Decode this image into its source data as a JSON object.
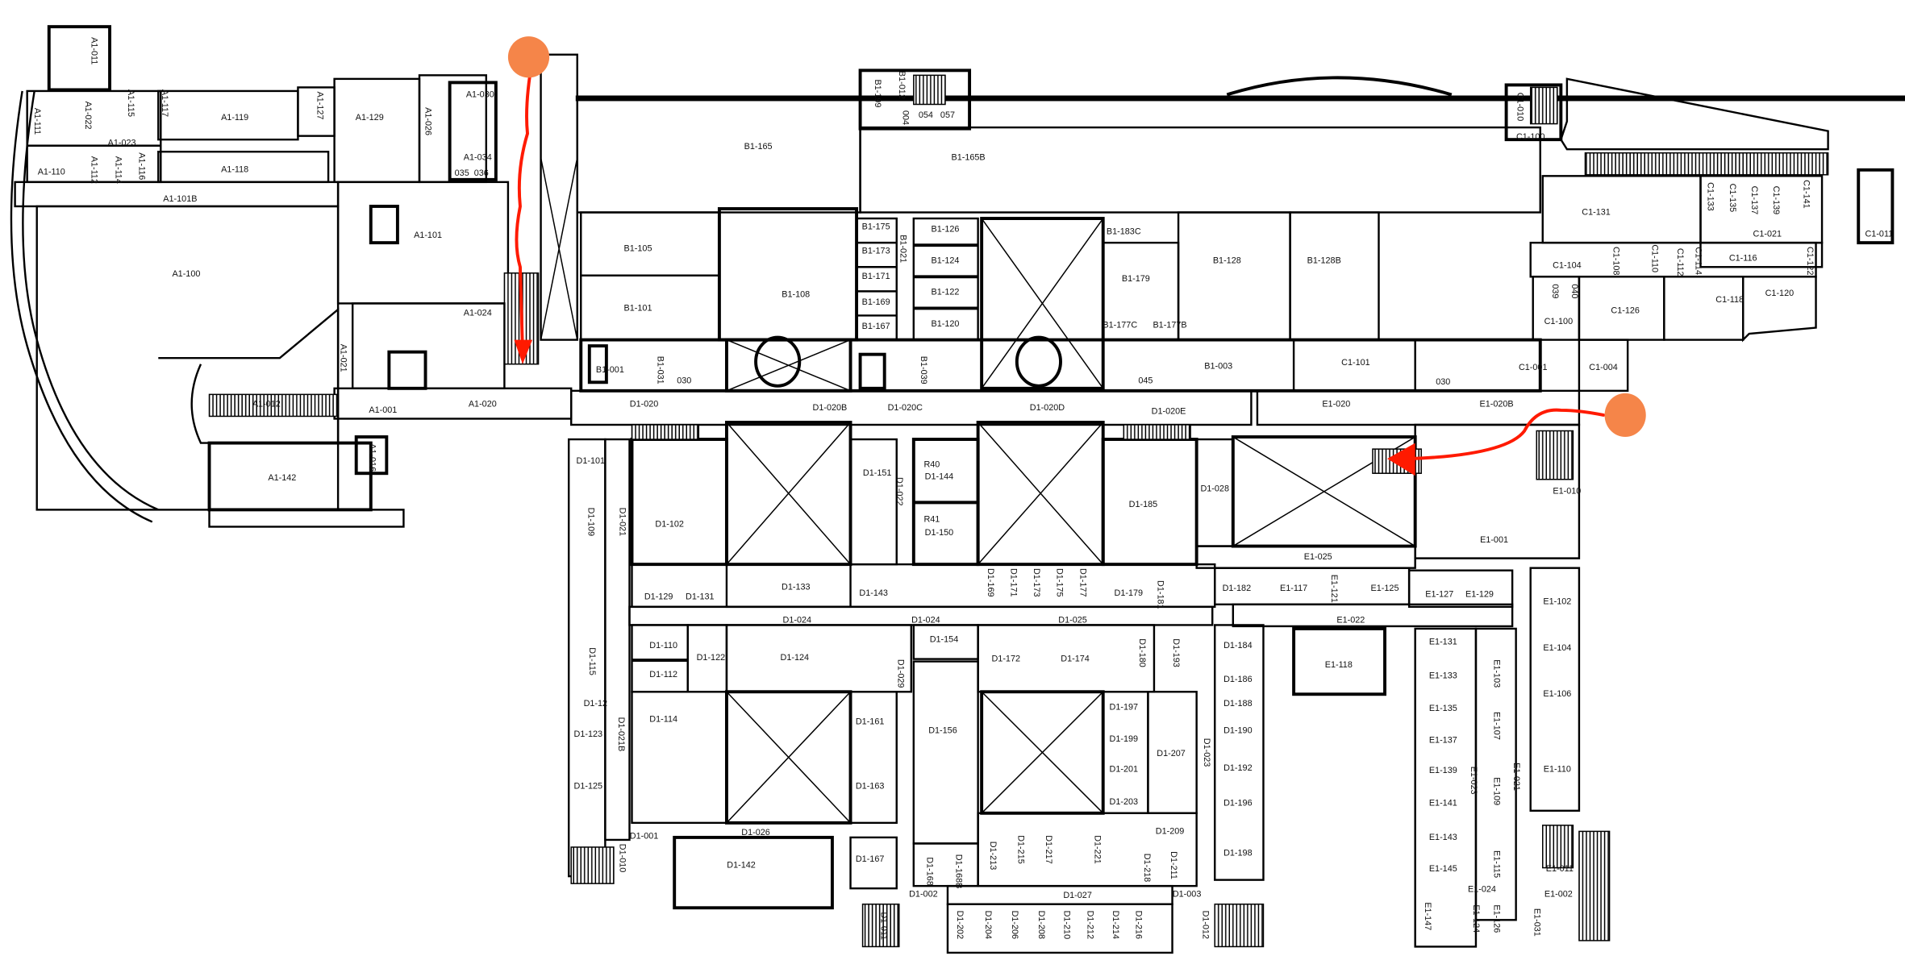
{
  "route": {
    "marker_color": "#f58549",
    "line_color": "#ff1a00"
  },
  "rooms": {
    "a": [
      "A1-011",
      "A1-111",
      "A1-115",
      "A1-117",
      "A1-022",
      "A1-119",
      "A1-127",
      "A1-129",
      "A1-026",
      "A1-030",
      "A1-034",
      "A1-023",
      "A1-110",
      "A1-112",
      "A1-114",
      "A1-116",
      "A1-118",
      "A1-101B",
      "A1-101",
      "A1-100",
      "A1-024",
      "A1-021",
      "A1-012",
      "A1-001",
      "A1-020",
      "A1-142",
      "A1-016",
      "035",
      "036"
    ],
    "b": [
      "B1-199",
      "B1-012",
      "004",
      "B1-165",
      "B1-165B",
      "B1-105",
      "B1-101",
      "B1-108",
      "B1-175",
      "B1-173",
      "B1-171",
      "B1-169",
      "B1-167",
      "B1-021",
      "B1-126",
      "B1-124",
      "B1-122",
      "B1-120",
      "B1-183C",
      "B1-179",
      "B1-177C",
      "B1-177B",
      "B1-128",
      "B1-128B",
      "B1-001",
      "030",
      "B1-031",
      "B1-039",
      "B1-003",
      "045",
      "054",
      "057"
    ],
    "c": [
      "C1-010",
      "C1-100",
      "C1-011",
      "C1-131",
      "C1-133",
      "C1-135",
      "C1-137",
      "C1-139",
      "C1-141",
      "C1-021",
      "C1-104",
      "C1-108",
      "C1-110",
      "C1-112",
      "C1-114",
      "C1-116",
      "C1-122",
      "039",
      "040",
      "C1-126",
      "C1-118",
      "C1-120",
      "C1-100",
      "C1-101",
      "C1-001",
      "C1-004",
      "030"
    ],
    "d": [
      "D1-020",
      "D1-020B",
      "D1-020C",
      "D1-020D",
      "D1-020E",
      "D1-101",
      "D1-109",
      "D1-021",
      "D1-102",
      "D1-151",
      "D1-022",
      "R40",
      "D1-144",
      "R41",
      "D1-150",
      "D1-185",
      "D1-028",
      "D1-129",
      "D1-131",
      "D1-133",
      "D1-143",
      "D1-169",
      "D1-171",
      "D1-173",
      "D1-175",
      "D1-177",
      "D1-179",
      "D1-181",
      "D1-024",
      "D1-024",
      "D1-025",
      "D1-110",
      "D1-112",
      "D1-122",
      "D1-124",
      "D1-029",
      "D1-115",
      "D1-12",
      "D1-154",
      "D1-172",
      "D1-174",
      "D1-180",
      "D1-193",
      "D1-184",
      "D1-186",
      "D1-188",
      "D1-190",
      "D1-192",
      "D1-196",
      "D1-198",
      "D1-023",
      "D1-114",
      "D1-123",
      "D1-021B",
      "D1-125",
      "D1-161",
      "D1-163",
      "D1-156",
      "D1-197",
      "D1-199",
      "D1-201",
      "D1-203",
      "D1-207",
      "D1-001",
      "D1-026",
      "D1-010",
      "D1-142",
      "D1-167",
      "D1-209",
      "D1-213",
      "D1-215",
      "D1-217",
      "D1-221",
      "D1-218",
      "D1-211",
      "D1-168",
      "D1-168B",
      "D1-002",
      "D1-027",
      "D1-003",
      "D1-202",
      "D1-204",
      "D1-206",
      "D1-208",
      "D1-210",
      "D1-212",
      "D1-214",
      "D1-216",
      "D1-011",
      "D1-012"
    ],
    "e": [
      "E1-020",
      "E1-020B",
      "E1-025",
      "D1-182",
      "E1-117",
      "E1-121",
      "E1-125",
      "E1-127",
      "E1-129",
      "E1-022",
      "E1-118",
      "E1-131",
      "E1-133",
      "E1-135",
      "E1-137",
      "E1-139",
      "E1-141",
      "E1-143",
      "E1-145",
      "E1-147",
      "E1-103",
      "E1-107",
      "E1-109",
      "E1-115",
      "E1-023",
      "E1-021",
      "E1-024",
      "E1-124",
      "E1-126",
      "E1-102",
      "E1-104",
      "E1-106",
      "E1-110",
      "E1-001",
      "E1-010",
      "E1-011",
      "E1-002",
      "E1-031"
    ]
  }
}
